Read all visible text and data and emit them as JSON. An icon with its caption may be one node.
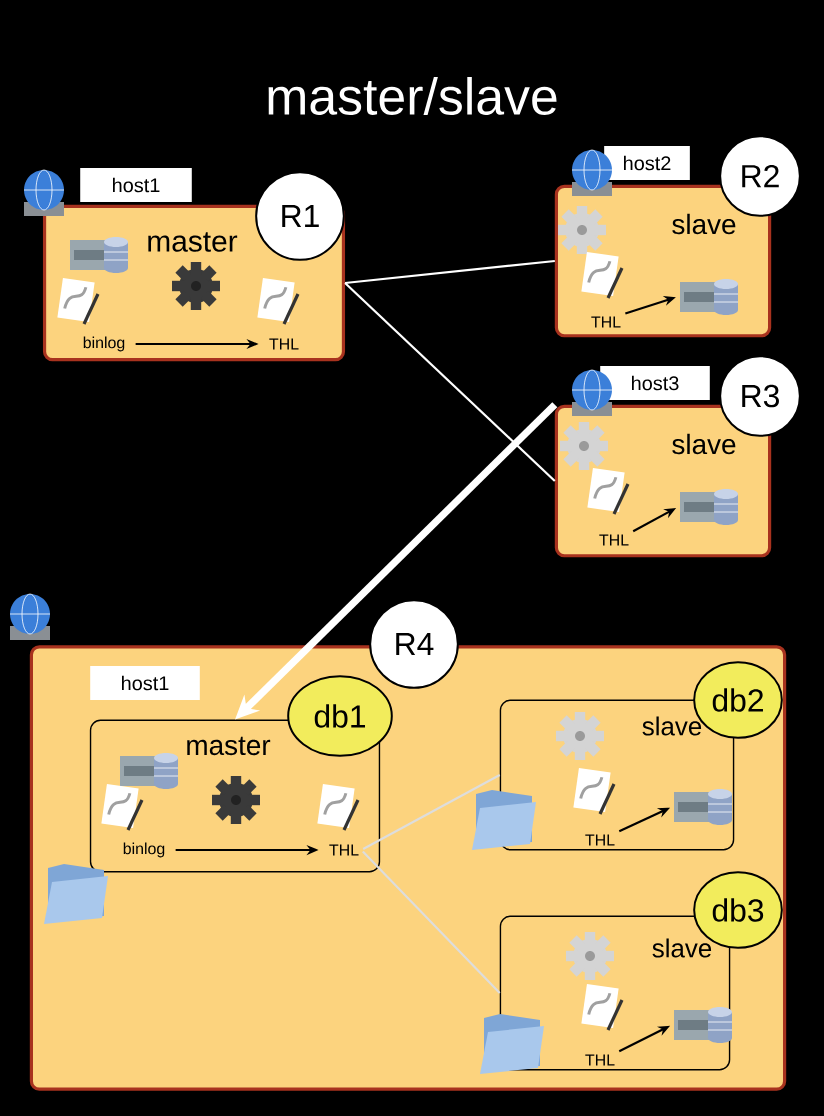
{
  "diagram": {
    "title": "master/slave",
    "nodes": [
      {
        "text": [
          "master"
        ]
      },
      {
        "text": [
          "host1"
        ]
      },
      {
        "text": [
          "R1"
        ]
      },
      {
        "text": [
          "binlog"
        ],
        "in": 0
      },
      {
        "text": [
          "THL"
        ],
        "in": 0
      },
      {
        "text": [
          "slave"
        ]
      },
      {
        "text": [
          "host2"
        ]
      },
      {
        "text": [
          "R2"
        ]
      },
      {
        "text": [
          "THL"
        ],
        "in": 5
      },
      {
        "text": [],
        "shape": "server",
        "in": 5
      },
      {
        "text": [
          "slave"
        ]
      },
      {
        "text": [
          "host3"
        ]
      },
      {
        "text": [
          "R3"
        ]
      },
      {
        "text": [
          "THL"
        ],
        "in": 10
      },
      {
        "text": [],
        "shape": "server",
        "in": 10
      },
      {
        "text": [],
        "shape": "box"
      },
      {
        "text": [
          "host1"
        ],
        "in": 15
      },
      {
        "text": [
          "R4"
        ]
      },
      {
        "text": [
          "master"
        ],
        "in": 15
      },
      {
        "text": [
          "db1"
        ],
        "in": 15
      },
      {
        "text": [
          "binlog"
        ],
        "in": 18
      },
      {
        "text": [
          "THL"
        ],
        "in": 18
      },
      {
        "text": [
          "slave"
        ],
        "in": 15
      },
      {
        "text": [
          "db2"
        ],
        "in": 15
      },
      {
        "text": [
          "THL"
        ],
        "in": 22
      },
      {
        "text": [],
        "shape": "server",
        "in": 22
      },
      {
        "text": [
          "slave"
        ],
        "in": 15
      },
      {
        "text": [
          "db3"
        ],
        "in": 15
      },
      {
        "text": [
          "THL"
        ],
        "in": 26
      },
      {
        "text": [],
        "shape": "server",
        "in": 26
      }
    ],
    "edges": [
      {
        "from": 3,
        "to": 4,
        "arrow": "to"
      },
      {
        "from": 0,
        "to": 5,
        "arrow": "none",
        "color": "#ffffff"
      },
      {
        "from": 0,
        "to": 10,
        "arrow": "none",
        "color": "#ffffff"
      },
      {
        "from": 8,
        "to": 9,
        "arrow": "to"
      },
      {
        "from": 13,
        "to": 14,
        "arrow": "to"
      },
      {
        "from": 10,
        "to": 18,
        "arrow": "to",
        "style": "thick",
        "color": "#ffffff"
      },
      {
        "from": 20,
        "to": 21,
        "arrow": "to"
      },
      {
        "from": 21,
        "to": 22,
        "arrow": "none",
        "color": "#dddddd"
      },
      {
        "from": 21,
        "to": 26,
        "arrow": "none",
        "color": "#dddddd"
      },
      {
        "from": 24,
        "to": 25,
        "arrow": "to"
      },
      {
        "from": 28,
        "to": 29,
        "arrow": "to"
      }
    ]
  }
}
